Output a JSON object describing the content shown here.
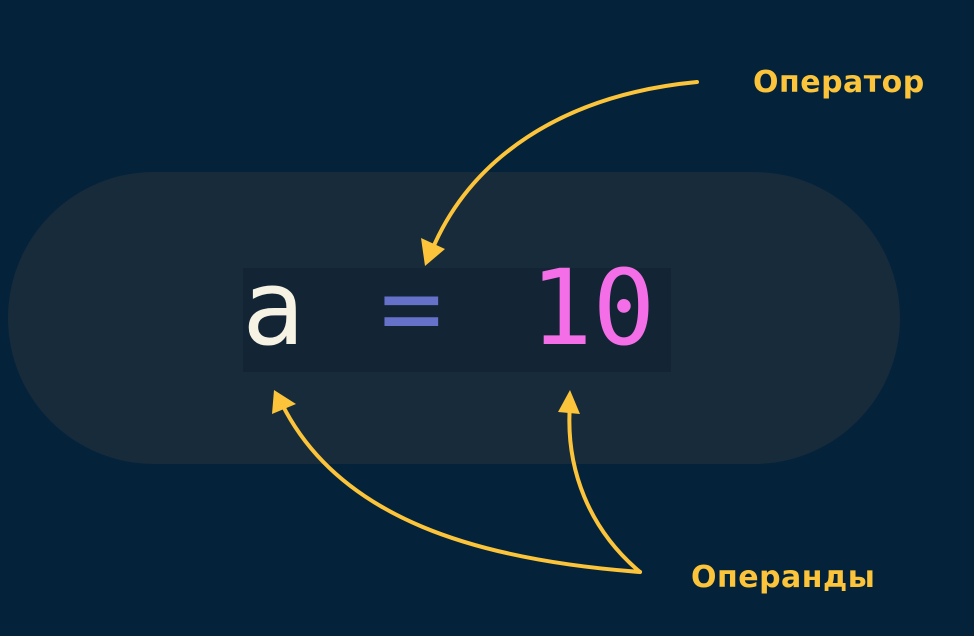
{
  "expression": {
    "variable": "a",
    "operator": "=",
    "value": "10"
  },
  "labels": {
    "operator": "Оператор",
    "operands": "Операнды"
  },
  "colors": {
    "background": "#04233a",
    "pill": "#172b3b",
    "variable": "#f7f3e4",
    "operator": "#6671c9",
    "value": "#f36ee7",
    "annotation": "#fbc43a"
  }
}
